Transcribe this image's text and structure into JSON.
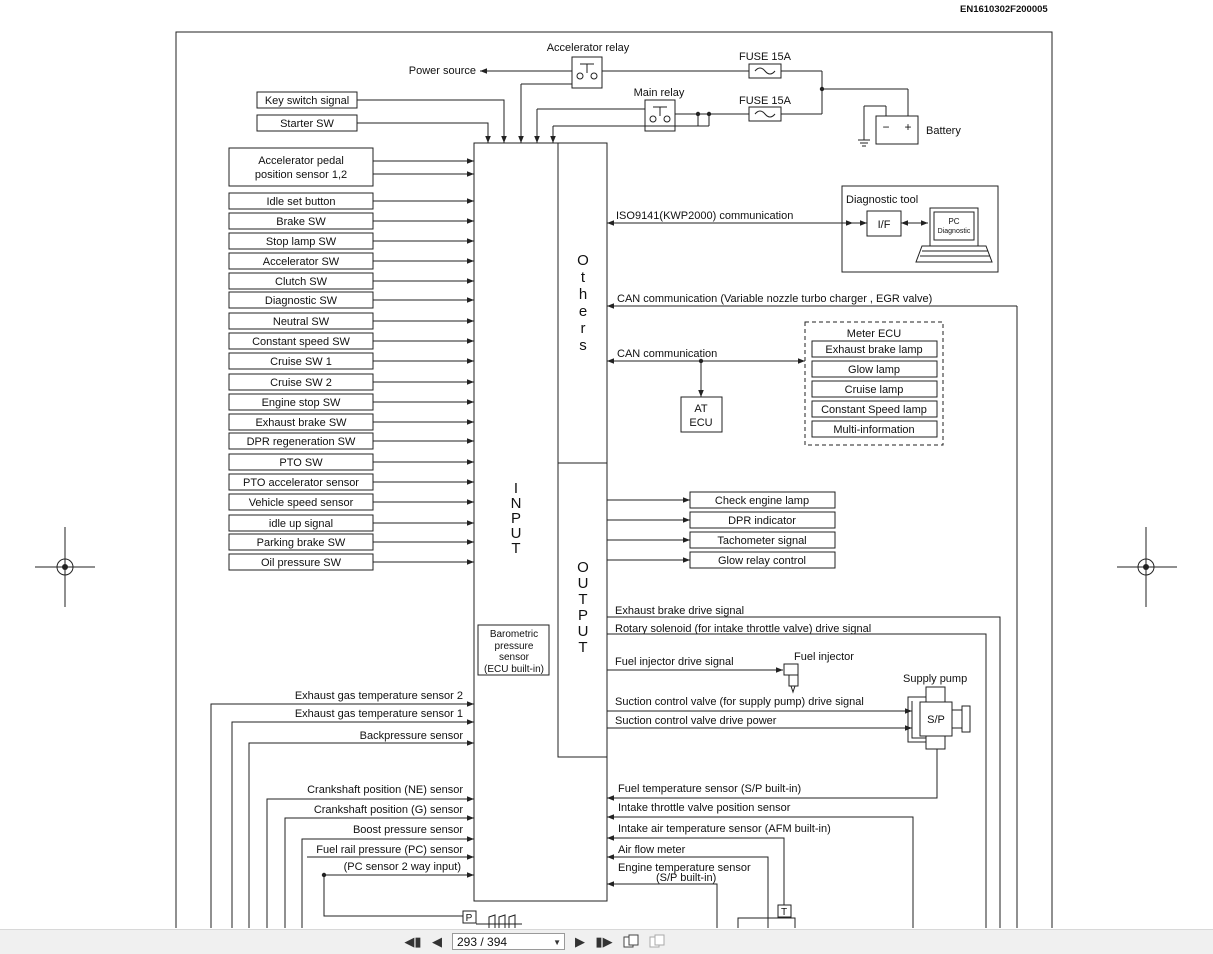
{
  "doc_code": "EN1610302F200005",
  "power": {
    "accelerator_relay": "Accelerator relay",
    "main_relay": "Main relay",
    "power_source": "Power source",
    "fuse1": "FUSE 15A",
    "fuse2": "FUSE 15A",
    "battery": "Battery",
    "battery_minus": "−",
    "battery_plus": "+"
  },
  "top_inputs": [
    "Key switch signal",
    "Starter SW"
  ],
  "accel_sensor": [
    "Accelerator pedal",
    "position sensor 1,2"
  ],
  "switch_inputs": [
    "Idle set button",
    "Brake SW",
    "Stop lamp SW",
    "Accelerator SW",
    "Clutch SW",
    "Diagnostic SW",
    "Neutral SW",
    "Constant speed SW",
    "Cruise SW 1",
    "Cruise SW 2",
    "Engine stop SW",
    "Exhaust brake SW",
    "DPR regeneration SW",
    "PTO SW",
    "PTO accelerator sensor",
    "Vehicle speed sensor",
    "idle up signal",
    "Parking brake SW",
    "Oil pressure SW"
  ],
  "ecu": {
    "input_label": "INPUT",
    "others_label": "Others",
    "output_label": "OUTPUT",
    "baro_sensor": [
      "Barometric",
      "pressure",
      "sensor",
      "(ECU built-in)"
    ]
  },
  "diag": {
    "title": "Diagnostic tool",
    "if_label": "I/F",
    "pc_line1": "PC",
    "pc_line2": "Diagnostic",
    "iso_comm": "ISO9141(KWP2000) communication"
  },
  "can": {
    "can_turbo": "CAN communication (Variable nozzle turbo charger , EGR valve)",
    "can_comm": "CAN communication",
    "at_ecu": [
      "AT",
      "ECU"
    ]
  },
  "meter_ecu": {
    "title": "Meter ECU",
    "items": [
      "Exhaust brake lamp",
      "Glow lamp",
      "Cruise lamp",
      "Constant Speed lamp",
      "Multi-information"
    ]
  },
  "outputs_boxed": [
    "Check engine lamp",
    "DPR indicator",
    "Tachometer signal",
    "Glow relay control"
  ],
  "output_signals": {
    "exhaust_brake_drive": "Exhaust brake drive signal",
    "rotary_solenoid": "Rotary solenoid (for intake throttle valve) drive signal",
    "fuel_injector_drive": "Fuel injector drive signal",
    "fuel_injector": "Fuel injector",
    "supply_pump": "Supply pump",
    "sp": "S/P",
    "suction_drive": "Suction control valve (for supply pump) drive signal",
    "suction_power": "Suction control valve drive power"
  },
  "right_inputs": [
    "Fuel temperature sensor (S/P built-in)",
    "Intake throttle valve position sensor",
    "Intake air temperature sensor (AFM built-in)",
    "Air flow meter",
    "Engine temperature sensor",
    "(S/P built-in)"
  ],
  "left_sensors": {
    "exhaust_gas_2": "Exhaust gas temperature sensor 2",
    "exhaust_gas_1": "Exhaust gas temperature sensor 1",
    "backpressure": "Backpressure sensor",
    "crank_ne": "Crankshaft position (NE) sensor",
    "crank_g": "Crankshaft position (G) sensor",
    "boost": "Boost pressure sensor",
    "fuel_rail": "Fuel rail pressure (PC) sensor",
    "pc_2way": "(PC sensor 2 way input)",
    "p_mark": "P",
    "t_mark": "T"
  },
  "nav": {
    "current_page": "293",
    "separator": " / ",
    "total_pages": "394",
    "first_icon": "first-page-icon",
    "prev_icon": "previous-page-icon",
    "next_icon": "next-page-icon",
    "last_icon": "last-page-icon"
  }
}
